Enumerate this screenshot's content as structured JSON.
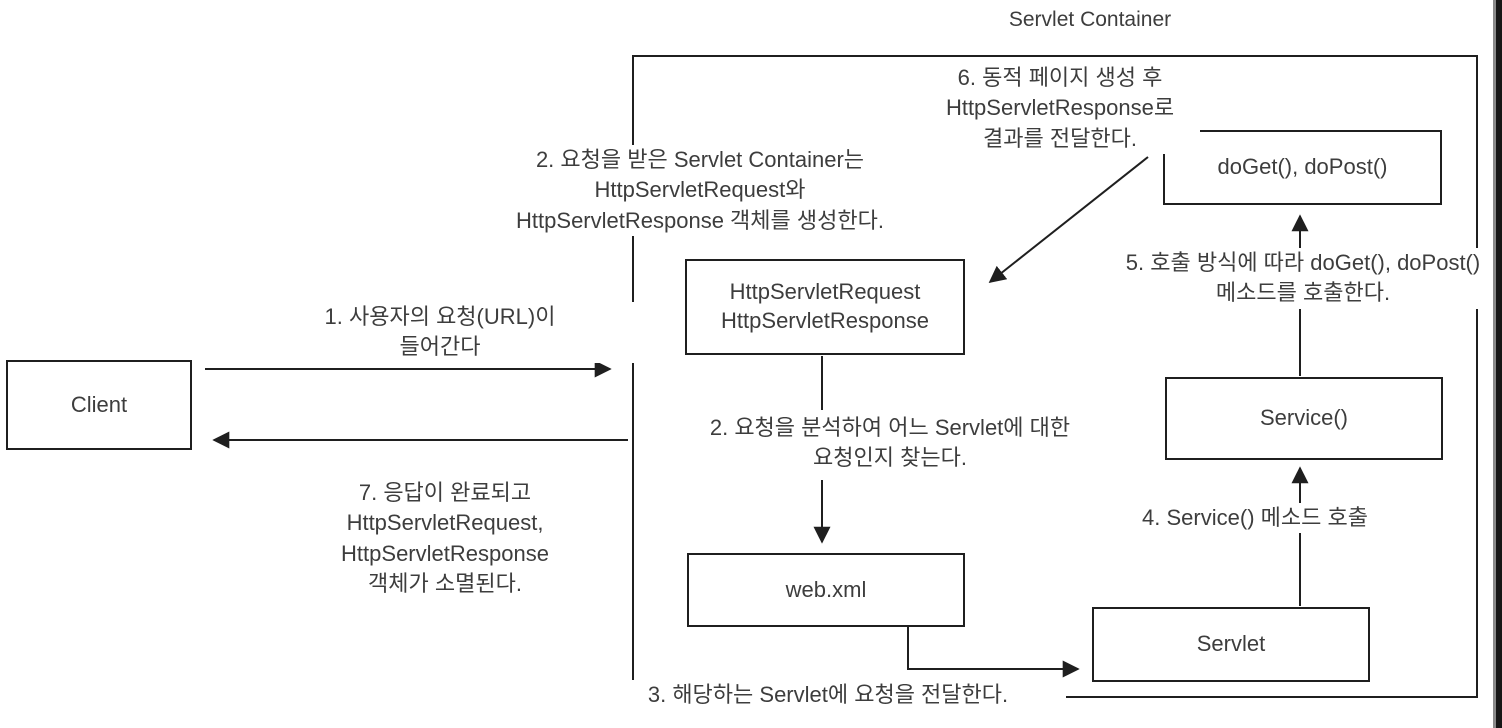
{
  "title": "Servlet Container",
  "boxes": {
    "client": "Client",
    "http_objects": "HttpServletRequest\nHttpServletResponse",
    "web_xml": "web.xml",
    "servlet": "Servlet",
    "service": "Service()",
    "doget_dopost": "doGet(), doPost()"
  },
  "steps": {
    "s1": "1. 사용자의 요청(URL)이\n들어간다",
    "s2_create": "2. 요청을 받은 Servlet Container는\nHttpServletRequest와\nHttpServletResponse 객체를 생성한다.",
    "s2_find": "2. 요청을 분석하여 어느 Servlet에 대한\n요청인지 찾는다.",
    "s3": "3. 해당하는 Servlet에 요청을 전달한다.",
    "s4": "4. Service() 메소드 호출",
    "s5": "5. 호출 방식에 따라 doGet(), doPost()\n메소드를 호출한다.",
    "s6": "6. 동적 페이지 생성 후\nHttpServletResponse로\n결과를 전달한다.",
    "s7": "7. 응답이 완료되고\nHttpServletRequest,\nHttpServletResponse\n객체가 소멸된다."
  },
  "colors": {
    "line": "#1f1f1f",
    "text": "#3d3d3d",
    "background": "#ffffff"
  }
}
